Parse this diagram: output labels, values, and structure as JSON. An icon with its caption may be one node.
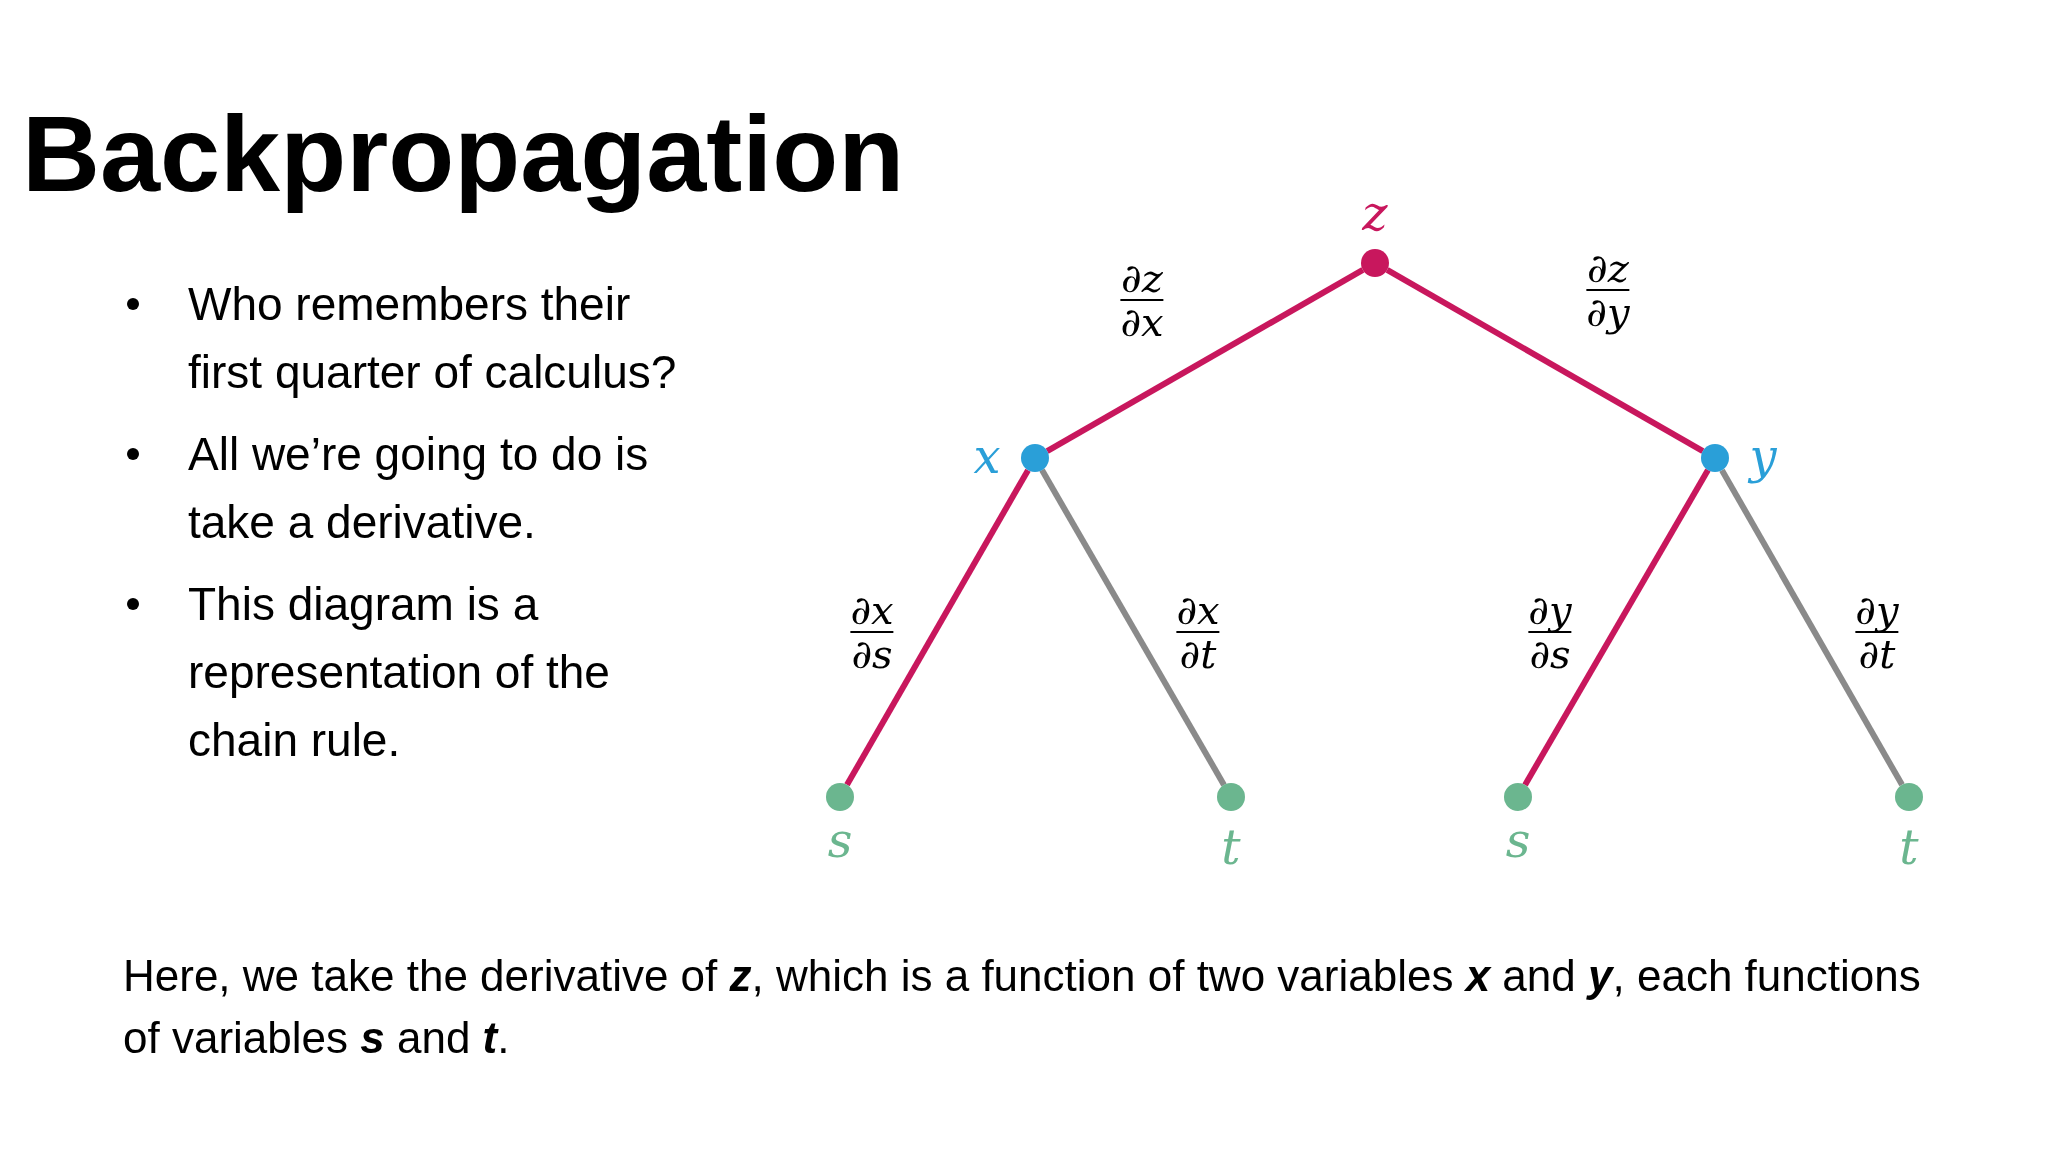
{
  "diagram": {
    "title": "Backpropagation",
    "caption": "Here, we take the derivative of **z**, which is a function of two variables **x** and **y**, each functions of variables **s** and **t**.",
    "nodes": [
      {
        "text": [],
        "shape": "circle",
        "beside": [
          "z"
        ]
      },
      {
        "text": [],
        "shape": "circle",
        "beside": [
          "x"
        ]
      },
      {
        "text": [],
        "shape": "circle",
        "beside": [
          "y"
        ]
      },
      {
        "text": [],
        "shape": "circle",
        "beside": [
          "s"
        ]
      },
      {
        "text": [],
        "shape": "circle",
        "beside": [
          "t"
        ]
      },
      {
        "text": [],
        "shape": "circle",
        "beside": [
          "s"
        ]
      },
      {
        "text": [],
        "shape": "circle",
        "beside": [
          "t"
        ]
      }
    ],
    "edges": [
      {
        "from": 0,
        "to": 1,
        "arrow": "none",
        "label": "∂z ∂x"
      },
      {
        "from": 0,
        "to": 2,
        "arrow": "none",
        "label": "∂z ∂y"
      },
      {
        "from": 1,
        "to": 3,
        "arrow": "none",
        "label": "∂x ∂s"
      },
      {
        "from": 1,
        "to": 4,
        "arrow": "none",
        "label": "∂x ∂t",
        "color": "#8a8a8a"
      },
      {
        "from": 2,
        "to": 5,
        "arrow": "none",
        "label": "∂y ∂s"
      },
      {
        "from": 2,
        "to": 6,
        "arrow": "none",
        "label": "∂y ∂t",
        "color": "#8a8a8a"
      }
    ],
    "labels": [
      "Who remembers their first quarter of calculus?",
      "All we’re going to do is take a derivative.",
      "This diagram is a representation of the chain rule."
    ]
  }
}
